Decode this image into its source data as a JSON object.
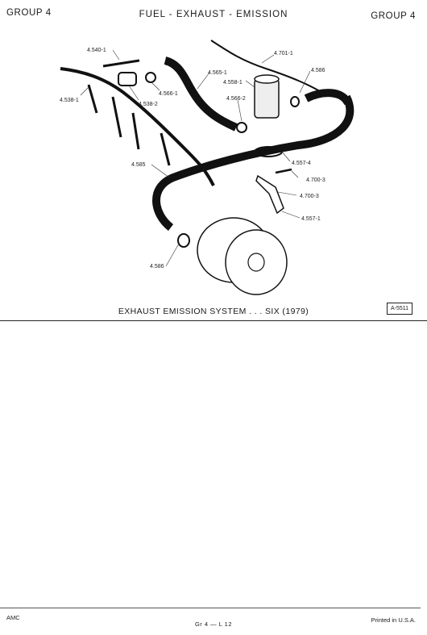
{
  "header": {
    "left": "GROUP 4",
    "center": "FUEL - EXHAUST - EMISSION",
    "right": "GROUP 4"
  },
  "diagram": {
    "callouts": [
      "4.540-1",
      "4.538-1",
      "4.538-2",
      "4.566-1",
      "4.565-1",
      "4.558-1",
      "4.566-2",
      "4.701-1",
      "4.586",
      "4.585",
      "4.557-4",
      "4.700-3",
      "4.700-3",
      "4.557-1",
      "4.586"
    ]
  },
  "caption": "EXHAUST EMISSION SYSTEM . . . SIX (1979)",
  "figure_id": "A-5511",
  "footer": {
    "left": "AMC",
    "center": "Gr 4 — L 12",
    "right": "Printed in U.S.A."
  }
}
